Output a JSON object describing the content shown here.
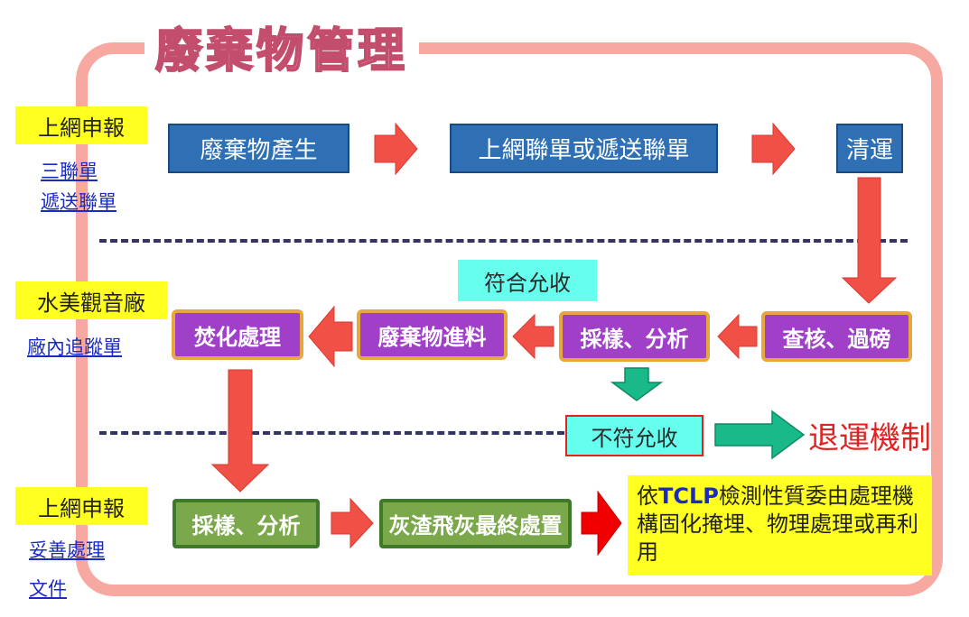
{
  "title": "廢棄物管理",
  "left_labels": {
    "section1": "上網申報",
    "section2": "水美觀音廠",
    "section3": "上網申報"
  },
  "links": {
    "triplicate": "三聯單",
    "transfer": "遞送聯單",
    "tracking": "廠內追蹤單",
    "proper_treatment": "妥善處理",
    "document": "文件"
  },
  "row1": {
    "generation": "廢棄物產生",
    "manifest": "上網聯單或遞送聯單",
    "transport": "清運"
  },
  "row2": {
    "inspect_weigh": "查核、過磅",
    "sampling": "採樣、分析",
    "feeding": "廢棄物進料",
    "incineration": "焚化處理"
  },
  "acceptance": {
    "accepted": "符合允收",
    "rejected": "不符允收",
    "return": "退運機制"
  },
  "row3": {
    "sampling": "採樣、分析",
    "ash_disposal": "灰渣飛灰最終處置"
  },
  "note": {
    "prefix": "依",
    "tclp": "TCLP",
    "suffix": "檢測性質委由處理機構固化掩埋、物理處理或再利用"
  },
  "colors": {
    "frame": "#f7a9a1",
    "blue_box": "#2f6fb3",
    "purple_box": "#a040c8",
    "green_box": "#7aa84a",
    "arrow_red": "#f05045",
    "arrow_teal": "#19b98a",
    "highlight_yellow": "#ffff20",
    "cyan_box": "#66ffee"
  }
}
